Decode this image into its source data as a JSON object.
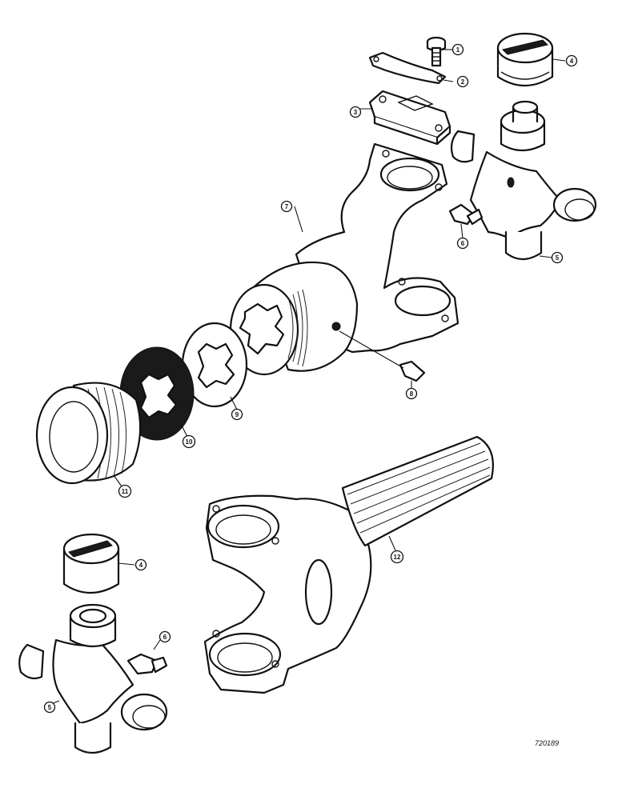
{
  "callouts": [
    {
      "label": "1",
      "part": "bolt"
    },
    {
      "label": "2",
      "part": "lock-plate"
    },
    {
      "label": "3",
      "part": "gasket-plate"
    },
    {
      "label": "4",
      "part": "bearing-cap"
    },
    {
      "label": "4",
      "part": "bearing-cap"
    },
    {
      "label": "5",
      "part": "cross-journal"
    },
    {
      "label": "5",
      "part": "cross-journal"
    },
    {
      "label": "6",
      "part": "grease-fitting"
    },
    {
      "label": "6",
      "part": "grease-fitting"
    },
    {
      "label": "7",
      "part": "slip-yoke"
    },
    {
      "label": "8",
      "part": "grease-fitting"
    },
    {
      "label": "9",
      "part": "washer"
    },
    {
      "label": "10",
      "part": "seal"
    },
    {
      "label": "11",
      "part": "dust-cap"
    },
    {
      "label": "12",
      "part": "splined-shaft-yoke"
    }
  ],
  "drawing_code": "720189"
}
